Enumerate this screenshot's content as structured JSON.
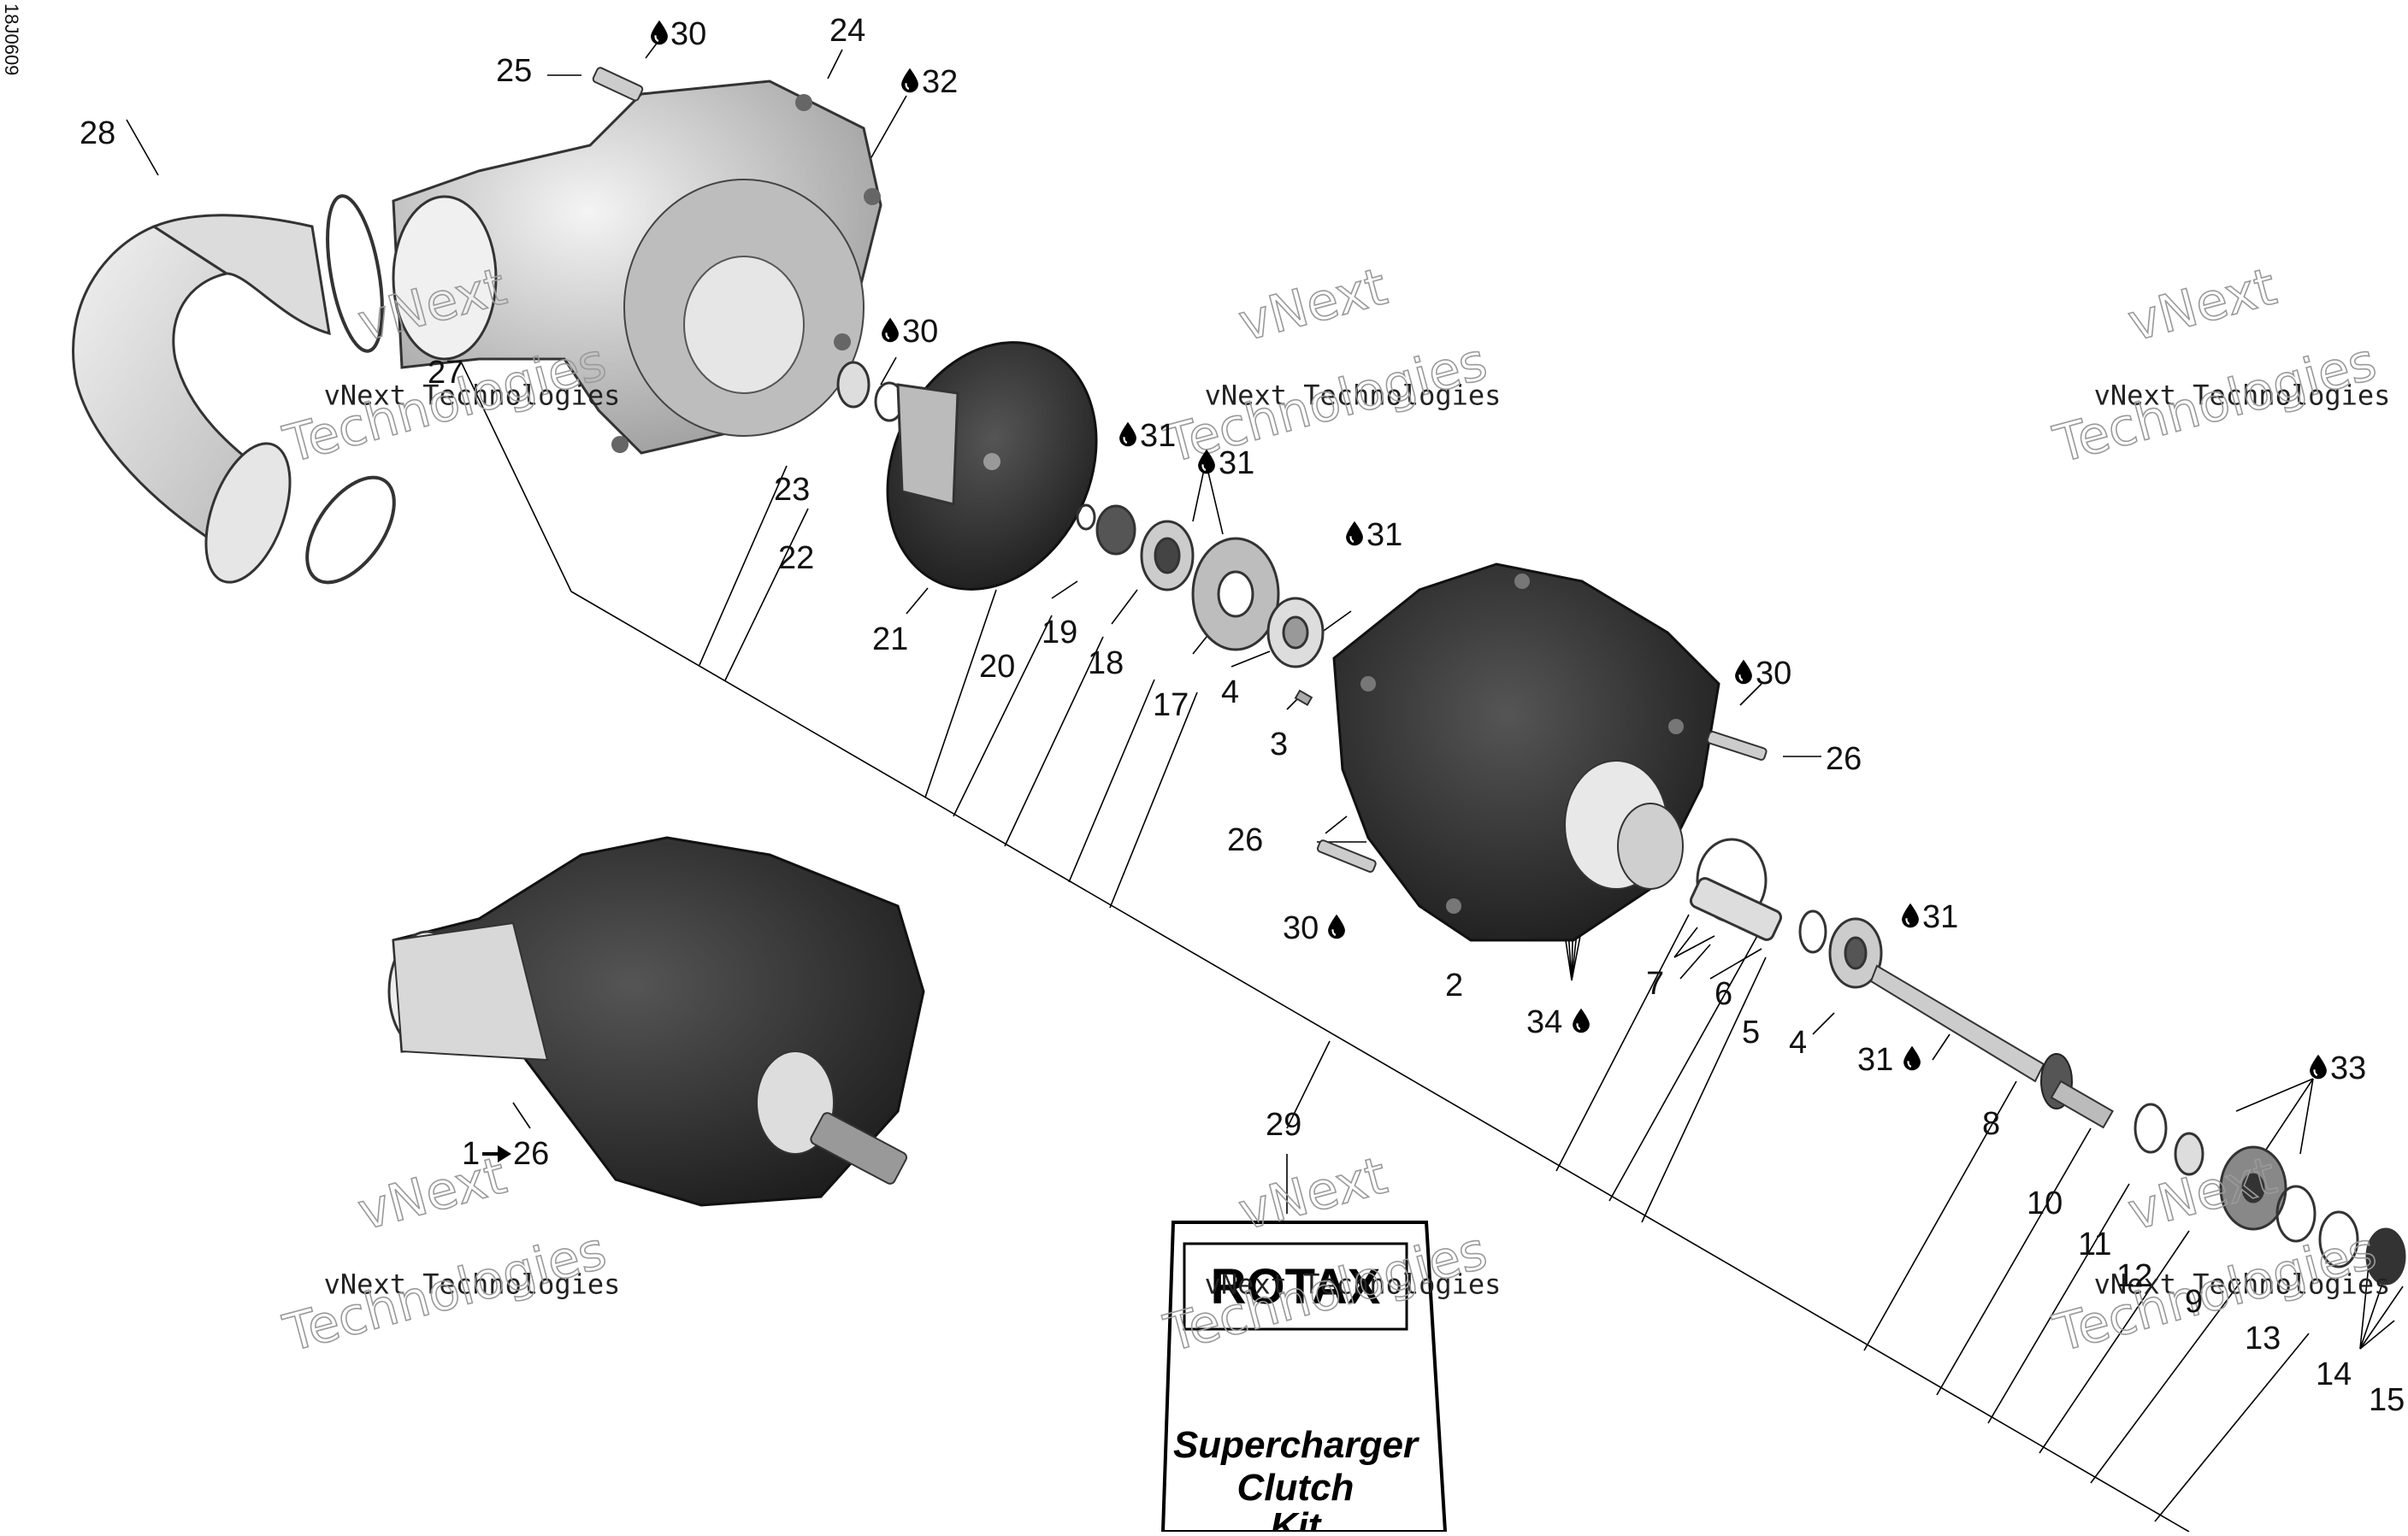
{
  "drawing_code": "18J0609",
  "callouts": {
    "c1": "1",
    "c1to26": "26",
    "c2": "2",
    "c3": "3",
    "c4a": "4",
    "c4b": "4",
    "c5": "5",
    "c6": "6",
    "c7": "7",
    "c8": "8",
    "c9": "9",
    "c10": "10",
    "c11": "11",
    "c12": "12",
    "c13": "13",
    "c14": "14",
    "c15": "15",
    "c17": "17",
    "c18": "18",
    "c19": "19",
    "c20": "20",
    "c21": "21",
    "c22": "22",
    "c23": "23",
    "c24": "24",
    "c25": "25",
    "c26a": "26",
    "c26b": "26",
    "c27": "27",
    "c28": "28",
    "c29": "29",
    "d30a": "30",
    "d30b": "30",
    "d30c": "30",
    "d30d": "30",
    "d31a": "31",
    "d31b": "31",
    "d31c": "31",
    "d31d": "31",
    "d31e": "31",
    "d32": "32",
    "d33": "33",
    "d34": "34"
  },
  "kit_box": {
    "brand": "ROTAX",
    "line1": "Supercharger",
    "line2": "Clutch",
    "line3": "Kit"
  },
  "watermarks": {
    "line1": "vNext",
    "line2": "vNext Technologies",
    "line3": "Technologies"
  },
  "icons": [
    "lubricant-drop-icon",
    "arrow-right-icon"
  ]
}
